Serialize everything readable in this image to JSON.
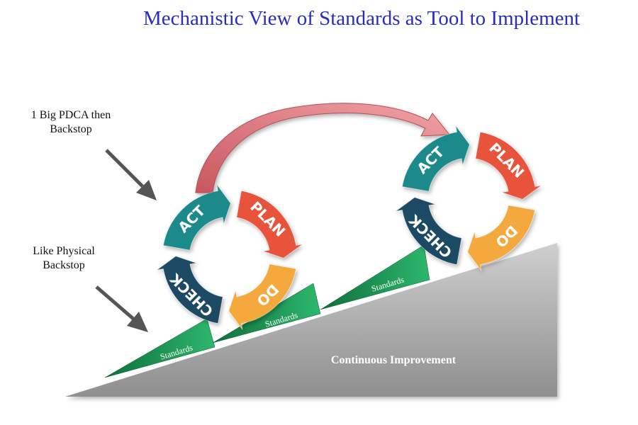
{
  "title": "Mechanistic View of Standards as Tool to Implement",
  "annotations": {
    "big_pdca": [
      "1 Big PDCA then",
      "Backstop"
    ],
    "physical_backstop": [
      "Like Physical",
      "Backstop"
    ]
  },
  "ramp_label": "Continuous Improvement",
  "standards_label": "Standards",
  "cycle": {
    "segments": [
      {
        "label": "ACT",
        "color": "#1f8a8a"
      },
      {
        "label": "PLAN",
        "color": "#e8523a"
      },
      {
        "label": "DO",
        "color": "#f3a93d"
      },
      {
        "label": "CHECK",
        "color": "#1f4a63"
      }
    ]
  },
  "colors": {
    "title": "#2a2db8",
    "ramp": "#a6a6a6",
    "standards_wedge": "#1e9a5a",
    "jump_arrow": "#e07a80",
    "pointer_arrow": "#555555"
  }
}
